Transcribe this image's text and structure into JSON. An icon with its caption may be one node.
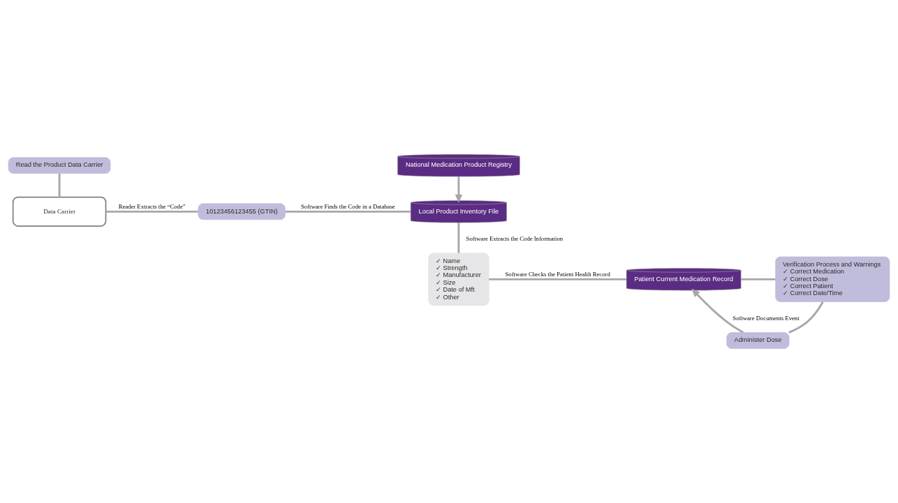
{
  "diagram": {
    "nodes": [
      {
        "text": [
          "Read the Product Data Carrier"
        ]
      },
      {
        "text": [
          "Data Carrier"
        ]
      },
      {
        "text": [
          "10123456123455 (GTIN)"
        ]
      },
      {
        "text": [
          "National Medication Product Registry"
        ]
      },
      {
        "text": [
          "Local Product Inventory File"
        ]
      },
      {
        "text": [
          "✓ Name",
          "✓ Strength",
          "✓ Manufacturer",
          "✓ Size",
          "✓ Date of Mft",
          "✓ Other"
        ]
      },
      {
        "text": [
          "Patient Current Medication Record"
        ]
      },
      {
        "text": [
          "Verification Process and Warnings",
          "✓ Correct Medication",
          "✓ Correct Dose",
          "✓ Correct Patient",
          "✓ Correct Date/Time"
        ]
      },
      {
        "text": [
          "Administer Dose"
        ]
      }
    ],
    "edges": [
      {
        "from": 0,
        "to": 1,
        "arrow": "none"
      },
      {
        "from": 1,
        "to": 2,
        "arrow": "none",
        "label": "Reader Extracts the “Code”"
      },
      {
        "from": 2,
        "to": 4,
        "arrow": "none",
        "label": "Software Finds the Code in a Database"
      },
      {
        "from": 3,
        "to": 4,
        "arrow": "to"
      },
      {
        "from": 4,
        "to": 5,
        "arrow": "none",
        "label": "Software Extracts the Code Information"
      },
      {
        "from": 5,
        "to": 6,
        "arrow": "none",
        "label": "Software Checks the Patient Health Record"
      },
      {
        "from": 6,
        "to": 7,
        "arrow": "none"
      },
      {
        "from": 7,
        "to": 8,
        "arrow": "none"
      },
      {
        "from": 8,
        "to": 6,
        "arrow": "to",
        "label": "Software Documents Event"
      }
    ]
  }
}
